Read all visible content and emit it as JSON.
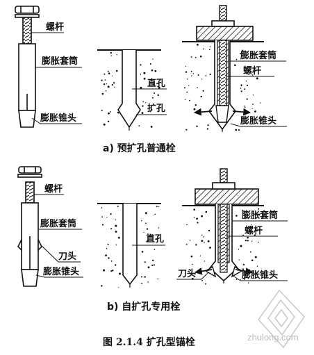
{
  "labels": {
    "bolt": "螺杆",
    "sleeve": "膨胀套筒",
    "cone": "膨胀锥头",
    "straight_hole": "直孔",
    "reamed_hole": "扩孔",
    "cutter": "刀头"
  },
  "captions": {
    "a": "a)  预扩孔普通栓",
    "b": "b)  自扩孔专用栓",
    "figure": "图  2.1.4  扩孔型锚栓"
  },
  "watermark": "zhulong.com"
}
